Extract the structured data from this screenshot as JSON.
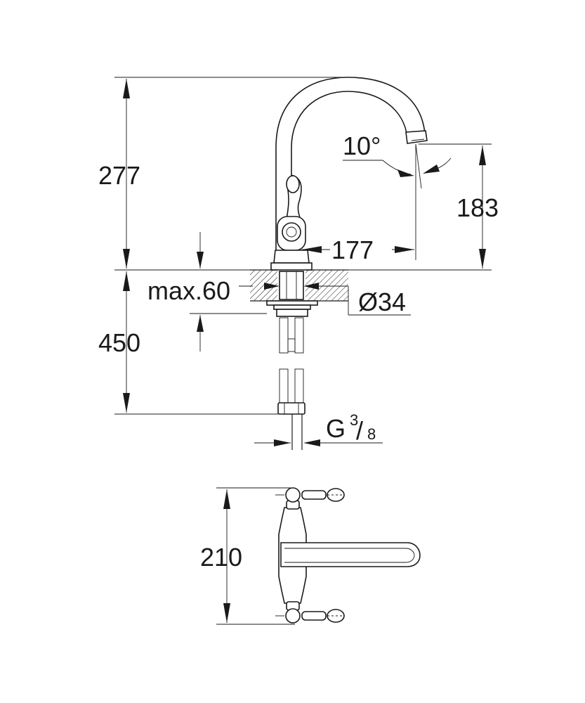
{
  "dimensions": {
    "height_total": "277",
    "angle": "10°",
    "spout_height": "183",
    "reach": "177",
    "max_thickness": "max.60",
    "hole_diameter": "Ø34",
    "hose_length": "450",
    "thread_prefix": "G",
    "thread_num": "3",
    "thread_slash": "/",
    "thread_den": "8",
    "width_top": "210"
  },
  "colors": {
    "line": "#1a1a1a",
    "background": "#ffffff"
  }
}
